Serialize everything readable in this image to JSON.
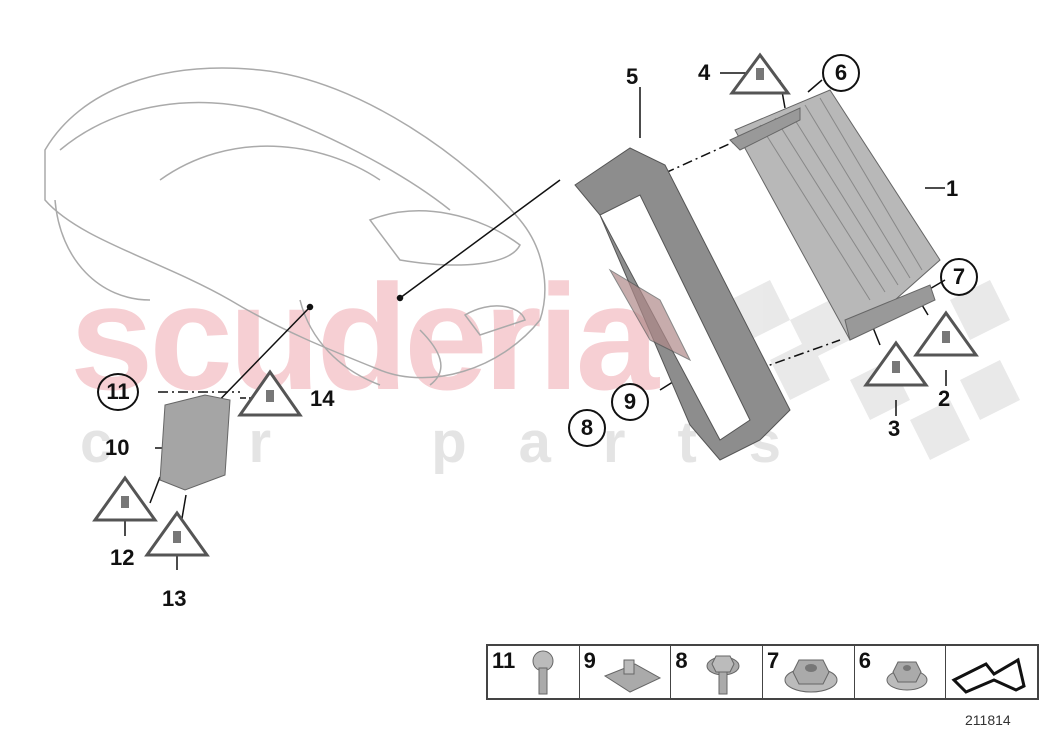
{
  "watermark": {
    "main": "scuderia",
    "sub": "car parts"
  },
  "callouts": {
    "c1": "1",
    "c2": "2",
    "c3": "3",
    "c4": "4",
    "c5": "5",
    "c6": "6",
    "c7": "7",
    "c8": "8",
    "c9": "9",
    "c10": "10",
    "c11": "11",
    "c12": "12",
    "c13": "13",
    "c14": "14"
  },
  "legend": {
    "items": [
      {
        "num": "11",
        "part": "self-tapping screw"
      },
      {
        "num": "9",
        "part": "sheet metal clip nut"
      },
      {
        "num": "8",
        "part": "hex bolt with washer"
      },
      {
        "num": "7",
        "part": "hex nut with flange"
      },
      {
        "num": "6",
        "part": "hex nut with collar"
      },
      {
        "num": "",
        "part": "direction arrow"
      }
    ]
  },
  "reference_number": "211814",
  "colors": {
    "watermark_red": "#f6cfd3",
    "watermark_grey": "#e4e4e4",
    "line": "#111111",
    "part_grey": "#9a9a9a"
  }
}
